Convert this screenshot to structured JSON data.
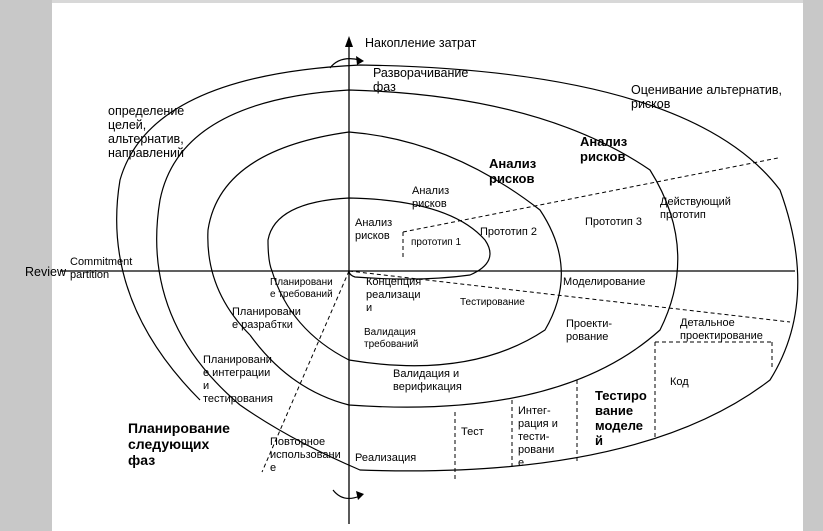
{
  "axis": {
    "top": "Накопление затрат",
    "left": "Review"
  },
  "labels": {
    "unfolding": "Разворачивание\nфаз",
    "goals": "определение\nцелей,\nальтернатив,\nнаправлений",
    "evaluation": "Оценивание альтернатив,\nрисков",
    "risk_outer": "Анализ\nрисков",
    "risk_mid2": "Анализ\nрисков",
    "risk_mid1": "Анализ\nрисков",
    "risk_inner": "Анализ\nрисков",
    "proto1": "прототип 1",
    "proto2": "Прототип 2",
    "proto3": "Прототип 3",
    "proto_op": "Действующий\nпрототип",
    "commitment": "Commitment\npartition",
    "plan_req": "Планировани\nе требований",
    "concept": "Концепция\nреализаци\nи",
    "testing_small": "Тестирование",
    "modeling": "Моделирование",
    "plan_dev": "Планировани\nе разрабтки",
    "valid_req": "Валидация\nтребований",
    "design": "Проекти-\nрование",
    "detail_design": "Детальное\nпроектирование",
    "plan_integ": "Планировани\nе интеграции\nи\nтестирования",
    "valid_verif": "Валидация и\nверификация",
    "code": "Код",
    "test_models": "Тестиро\nвание\nмоделе\nй",
    "plan_next": "Планирование\nследующих\nфаз",
    "test": "Тест",
    "integration": "Интег-\nрация и\nтести-\nровани\nе",
    "reuse": "Повторное\nиспользовани\nе",
    "implementation": "Реализация"
  }
}
